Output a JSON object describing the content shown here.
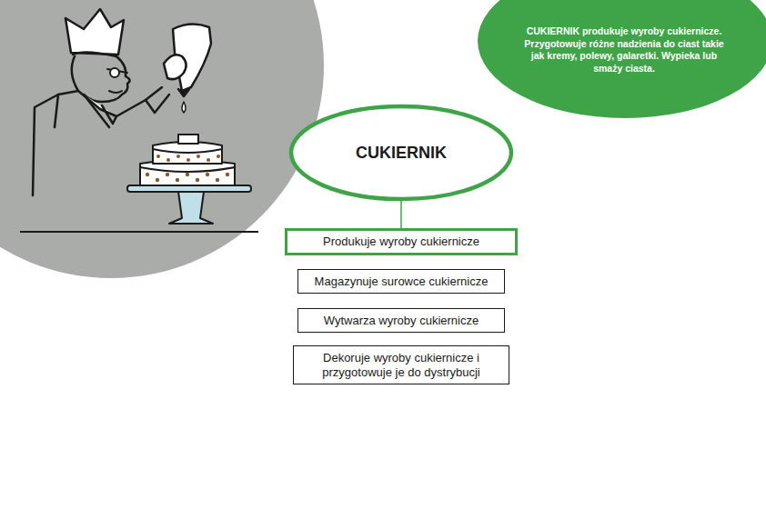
{
  "diagram": {
    "nodes": [
      {
        "text": [
          "CUKIERNIK produkuje wyroby cukiernicze. Przygotowuje różne nadzienia do ciast takie jak kremy, polewy, galaretki. Wypieka lub smaży ciasta."
        ]
      },
      {
        "text": [
          "CUKIERNIK"
        ]
      },
      {
        "text": [
          "Produkuje wyroby cukiernicze"
        ]
      },
      {
        "text": [
          "Magazynuje surowce cukiernicze"
        ]
      },
      {
        "text": [
          "Wytwarza wyroby cukiernicze"
        ]
      },
      {
        "text": [
          "Dekoruje wyroby cukiernicze i przygotowuje je do dystrybucji"
        ]
      }
    ],
    "edges": [
      {
        "from": 1,
        "to": 2,
        "arrow": "none"
      }
    ]
  }
}
